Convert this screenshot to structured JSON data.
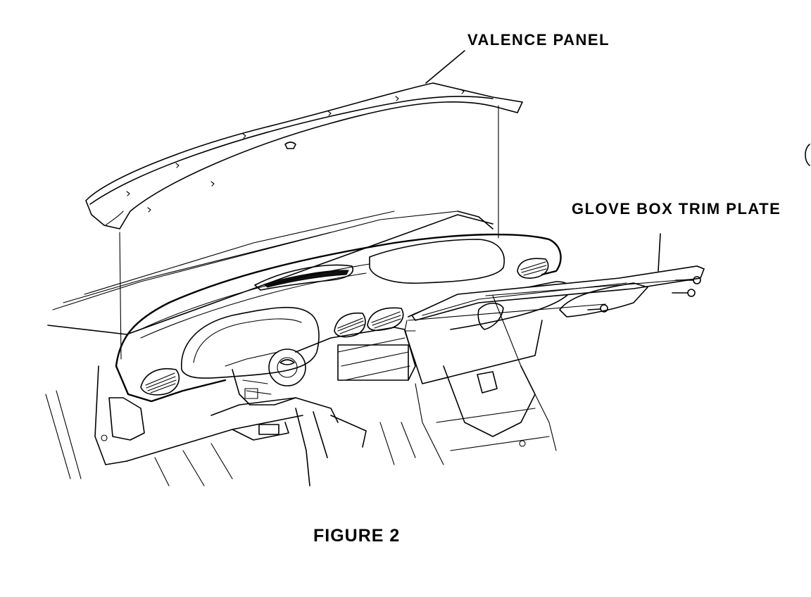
{
  "labels": {
    "valence_panel": "VALENCE PANEL",
    "glove_box_trim_plate": "GLOVE BOX TRIM PLATE"
  },
  "caption": "FIGURE 2",
  "colors": {
    "ink": "#000000",
    "paper": "#ffffff"
  }
}
